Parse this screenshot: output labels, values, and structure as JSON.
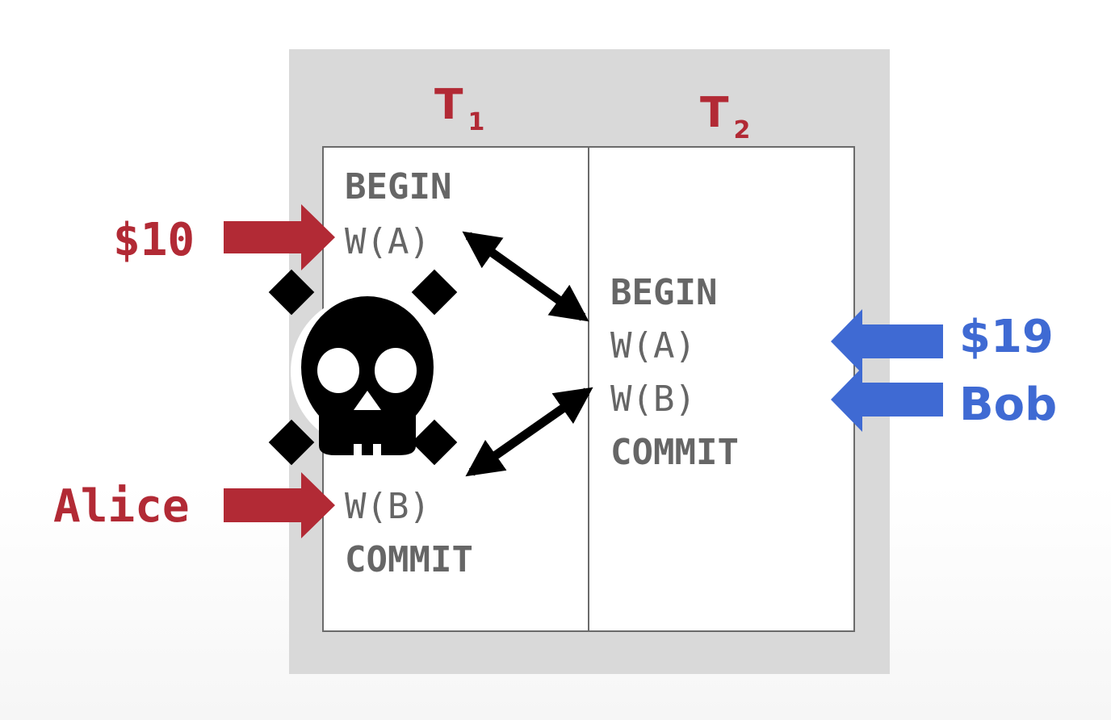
{
  "transactions": [
    {
      "name": "T",
      "subscript": "1",
      "ops": [
        "BEGIN",
        "W(A)",
        "W(B)",
        "COMMIT"
      ]
    },
    {
      "name": "T",
      "subscript": "2",
      "ops": [
        "BEGIN",
        "W(A)",
        "W(B)",
        "COMMIT"
      ]
    }
  ],
  "left_labels": {
    "top": "$10",
    "bottom": "Alice"
  },
  "right_labels": {
    "top": "$19",
    "bottom": "Bob"
  },
  "colors": {
    "t1_accent": "#b22a35",
    "t2_accent": "#3f6ad3",
    "op_text": "#666666",
    "panel": "#d9d9d9"
  },
  "icons": {
    "deadlock": "skull-crossbones-icon"
  }
}
